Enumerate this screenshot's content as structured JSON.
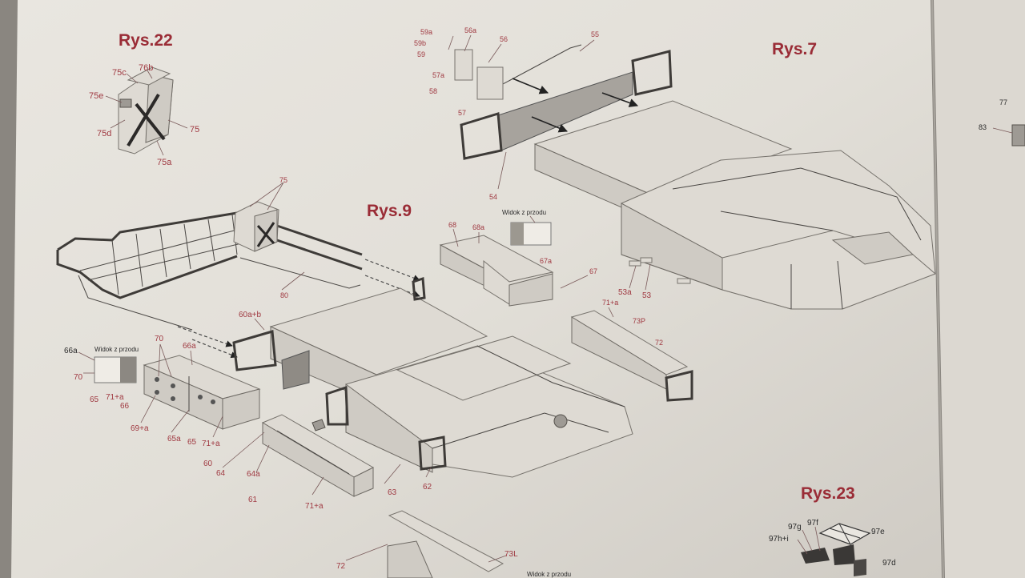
{
  "figures": {
    "rys22": "Rys.22",
    "rys7": "Rys.7",
    "rys9": "Rys.9",
    "rys23": "Rys.23"
  },
  "notes": {
    "front_view_1": "Widok z przodu",
    "front_view_2": "Widok z przodu",
    "front_view_3": "Widok z przodu"
  },
  "labels": {
    "rys22": [
      "75c",
      "76b",
      "75e",
      "75d",
      "75",
      "75a"
    ],
    "rys7": [
      "59a",
      "56a",
      "56",
      "55",
      "59b",
      "59",
      "57a",
      "58",
      "57",
      "54",
      "53a",
      "53"
    ],
    "rys9": [
      "75",
      "80",
      "68",
      "68a",
      "67a",
      "67",
      "71+a",
      "73P",
      "72",
      "60a+b",
      "66a",
      "70",
      "66a",
      "70",
      "65",
      "71+a",
      "66",
      "69+a",
      "65a",
      "65",
      "71+a",
      "60",
      "64",
      "64a",
      "61",
      "71+a",
      "63",
      "62",
      "72",
      "73L"
    ],
    "rys23": [
      "97g",
      "97f",
      "97e",
      "97h+i",
      "97d"
    ],
    "edge": [
      "77",
      "83"
    ]
  }
}
